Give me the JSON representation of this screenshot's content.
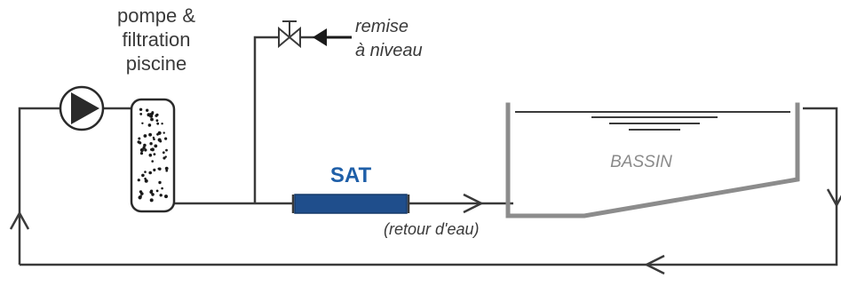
{
  "labels": {
    "pump_filtration": [
      "pompe &",
      "filtration",
      "piscine"
    ],
    "remise_a_niveau": [
      "remise",
      "à niveau"
    ],
    "sat": "SAT",
    "retour_eau": "(retour d'eau)",
    "bassin": "BASSIN"
  },
  "colors": {
    "line": "#3a3a3a",
    "sat_fill": "#1f4e8c",
    "sat_text": "#1f5fa8",
    "basin_wall": "#8c8c8c",
    "bassin_text": "#8a8a8a"
  },
  "icons": [
    "pump-icon",
    "filter-icon",
    "valve-icon",
    "flow-arrow-icon"
  ]
}
